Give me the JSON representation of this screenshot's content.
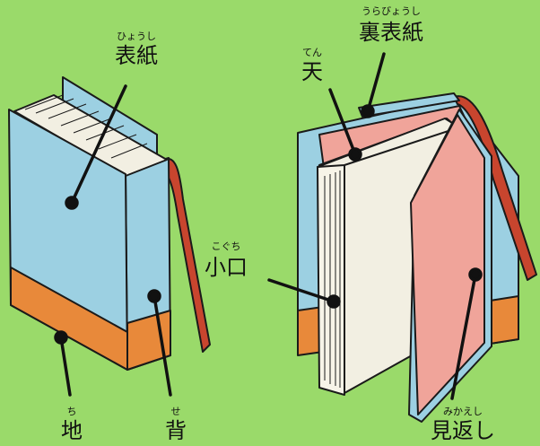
{
  "background_color": "#9ada6a",
  "labels": {
    "hyoushi": {
      "ruby": "ひょうし",
      "text": "表紙"
    },
    "urabyoushi": {
      "ruby": "うらびょうし",
      "text": "裏表紙"
    },
    "ten": {
      "ruby": "てん",
      "text": "天"
    },
    "koguchi": {
      "ruby": "こぐち",
      "text": "小口"
    },
    "chi": {
      "ruby": "ち",
      "text": "地"
    },
    "se": {
      "ruby": "せ",
      "text": "背"
    },
    "mikaeshi": {
      "ruby": "みかえし",
      "text": "見返し"
    }
  },
  "colors": {
    "cover_blue": "#9cd0e2",
    "band_orange": "#e8893a",
    "endpaper_pink": "#f0a49a",
    "pages_cream": "#f2efe2",
    "ribbon_red": "#c8452e",
    "outline": "#1a1a1a"
  }
}
